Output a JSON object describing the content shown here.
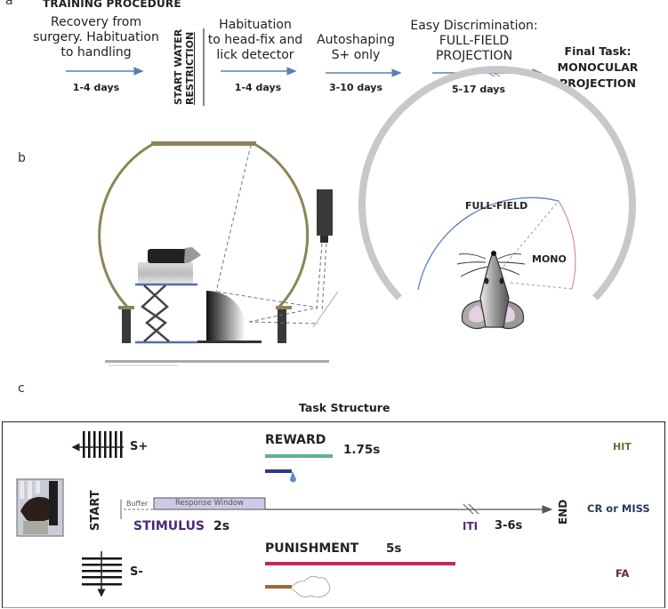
{
  "panel_a": {
    "letter": "a",
    "title": "TRAINING PROCEDURE",
    "steps": [
      {
        "lines": [
          "Recovery from",
          "surgery. Habituation",
          "to handling"
        ],
        "duration": "1-4 days"
      },
      {
        "lines": [
          "Habituation",
          "to head-fix and",
          "lick detector"
        ],
        "duration": "1-4 days"
      },
      {
        "lines": [
          "Autoshaping",
          "S+ only"
        ],
        "duration": "3-10 days"
      },
      {
        "lines": [
          "Easy Discrimination:",
          "FULL-FIELD",
          "PROJECTION"
        ],
        "duration": "5-17 days"
      }
    ],
    "water_restriction": {
      "line1": "START WATER",
      "line2": "RESTRICTION"
    },
    "final_task": {
      "lines": [
        "Final Task:",
        "MONOCULAR",
        "PROJECTION"
      ]
    }
  },
  "panel_b": {
    "letter": "b",
    "full_field_label": "FULL-FIELD",
    "mono_label": "MONO",
    "colors": {
      "dome": "#8c8459",
      "platform": "#4a72b0",
      "full_field_arc": "#5b7fc0",
      "mono_arc": "#d49a9a",
      "visual_field": "#c8c8c8"
    }
  },
  "panel_c": {
    "letter": "c",
    "title": "Task Structure",
    "s_plus": "S+",
    "s_minus": "S-",
    "start": "START",
    "end": "END",
    "buffer": "Buffer",
    "response_window": "Response Window",
    "stimulus": "STIMULUS",
    "stimulus_duration": "2s",
    "reward": "REWARD",
    "reward_duration": "1.75s",
    "punishment": "PUNISHMENT",
    "punishment_duration": "5s",
    "iti": "ITI",
    "iti_duration": "3-6s",
    "outcomes": {
      "hit": "HIT",
      "cr_miss": "CR or MISS",
      "fa": "FA"
    },
    "colors": {
      "reward_bar": "#5fb28f",
      "punishment_bar": "#c8245a",
      "water_spout": "#2b3a8c",
      "water_drop": "#5b8fd0",
      "air_tube": "#9a6a3a",
      "stimulus_text": "#4a2a7a",
      "response_window_fill": "#cfc8e6",
      "hit": "#6b6b3a",
      "cr_miss": "#2a3a5a",
      "fa": "#6a2a2a"
    }
  }
}
